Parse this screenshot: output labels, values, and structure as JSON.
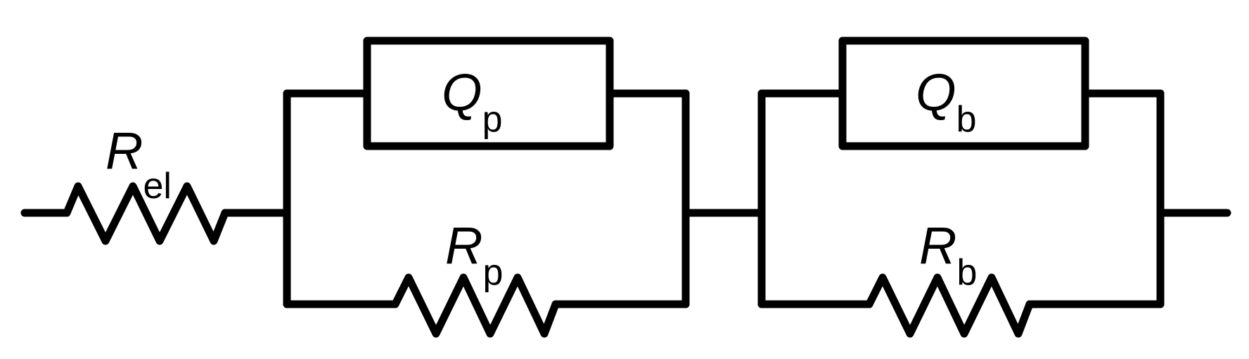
{
  "colors": {
    "stroke": "#000000",
    "background": "#ffffff"
  },
  "components": {
    "r_el": {
      "symbol": "R",
      "subscript": "el"
    },
    "q_p": {
      "symbol": "Q",
      "subscript": "p"
    },
    "r_p": {
      "symbol": "R",
      "subscript": "p"
    },
    "q_b": {
      "symbol": "Q",
      "subscript": "b"
    },
    "r_b": {
      "symbol": "R",
      "subscript": "b"
    }
  }
}
